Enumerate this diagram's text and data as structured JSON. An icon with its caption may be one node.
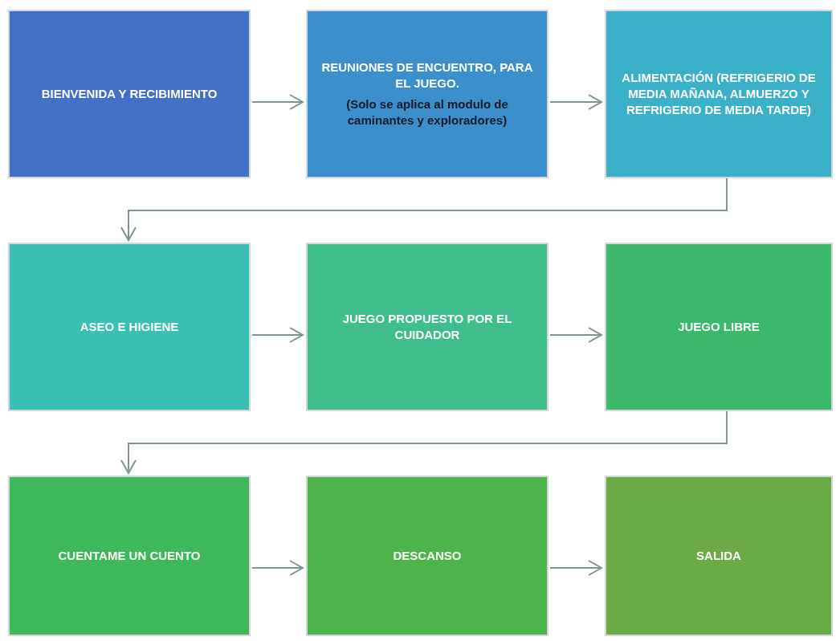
{
  "diagram": {
    "nodes": [
      {
        "text": [
          "BIENVENIDA Y RECIBIMIENTO"
        ]
      },
      {
        "text": [
          "REUNIONES DE ENCUENTRO, PARA EL JUEGO.",
          "(Solo se aplica al modulo de caminantes y exploradores)"
        ]
      },
      {
        "text": [
          "ALIMENTACIÓN (REFRIGERIO DE MEDIA MAÑANA, ALMUERZO Y REFRIGERIO DE MEDIA TARDE)"
        ]
      },
      {
        "text": [
          "ASEO E HIGIENE"
        ]
      },
      {
        "text": [
          "JUEGO PROPUESTO POR EL CUIDADOR"
        ]
      },
      {
        "text": [
          "JUEGO LIBRE"
        ]
      },
      {
        "text": [
          "CUENTAME UN CUENTO"
        ]
      },
      {
        "text": [
          "DESCANSO"
        ]
      },
      {
        "text": [
          "SALIDA"
        ]
      }
    ],
    "edges": [
      {
        "from": 0,
        "to": 1,
        "arrow": "to"
      },
      {
        "from": 1,
        "to": 2,
        "arrow": "to"
      },
      {
        "from": 2,
        "to": 3,
        "arrow": "to"
      },
      {
        "from": 3,
        "to": 4,
        "arrow": "to"
      },
      {
        "from": 4,
        "to": 5,
        "arrow": "to"
      },
      {
        "from": 5,
        "to": 6,
        "arrow": "to"
      },
      {
        "from": 6,
        "to": 7,
        "arrow": "to"
      },
      {
        "from": 7,
        "to": 8,
        "arrow": "to"
      }
    ]
  }
}
